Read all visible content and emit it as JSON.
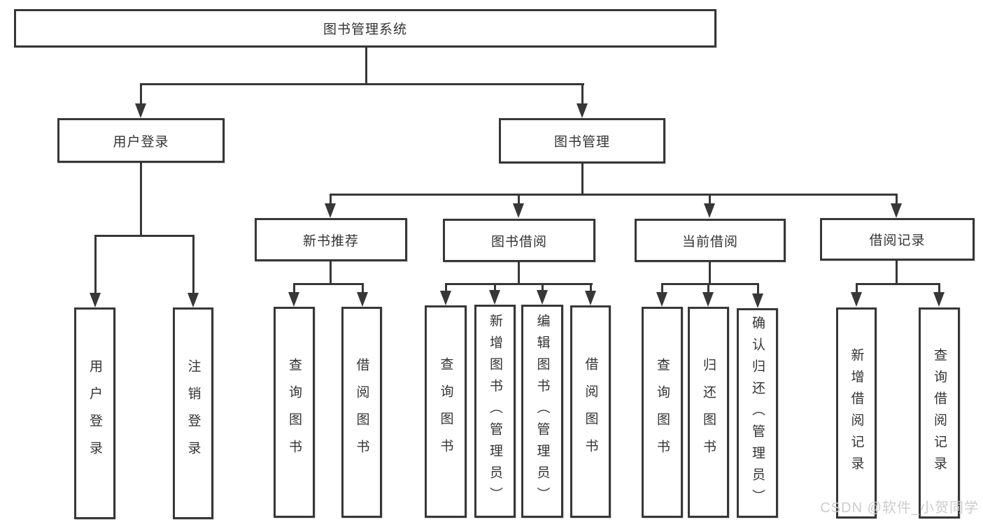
{
  "diagram": {
    "root": "图书管理系统",
    "branches": {
      "user_login": {
        "label": "用户登录",
        "children": [
          "用户登录",
          "注销登录"
        ]
      },
      "book_mgmt": {
        "label": "图书管理",
        "sections": {
          "new_book": {
            "label": "新书推荐",
            "children": [
              "查询图书",
              "借阅图书"
            ]
          },
          "borrow": {
            "label": "图书借阅",
            "children": [
              "查询图书",
              "新增图书（管理员）",
              "编辑图书（管理员）",
              "借阅图书"
            ]
          },
          "current": {
            "label": "当前借阅",
            "children": [
              "查询图书",
              "归还图书",
              "确认归还（管理员）"
            ]
          },
          "records": {
            "label": "借阅记录",
            "children": [
              "新增借阅记录",
              "查询借阅记录"
            ]
          }
        }
      }
    }
  },
  "watermark": "CSDN @软件_小贺同学",
  "colors": {
    "line": "#373737",
    "text": "#333333",
    "watermark": "#cccccc",
    "background": "#ffffff"
  }
}
